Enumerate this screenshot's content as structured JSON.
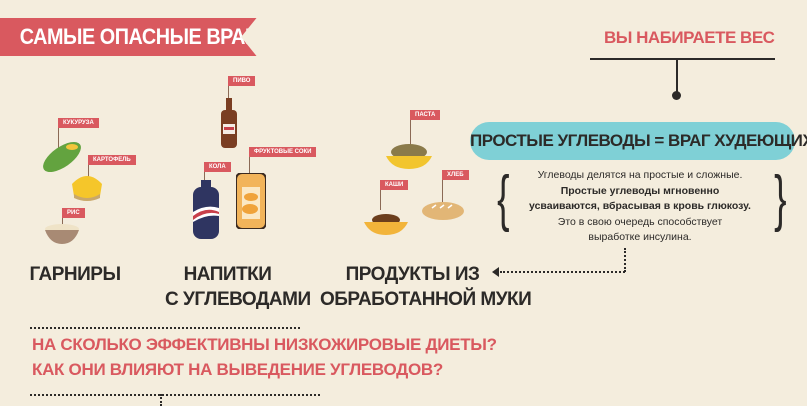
{
  "title": "САМЫЕ ОПАСНЫЕ ВРАГИ",
  "weight_gain": "ВЫ НАБИРАЕТЕ ВЕС",
  "simple_carbs": "ПРОСТЫЕ УГЛЕВОДЫ = ВРАГ ХУДЕЮЩИХ",
  "description": {
    "line1": "Углеводы делятся на простые и сложные.",
    "line2": "Простые углеводы мгновенно",
    "line3": "усваиваются, вбрасывая в кровь глюкозу.",
    "line4": "Это в свою очередь способствует",
    "line5": "выработке инсулина."
  },
  "categories": {
    "garnish": "ГАРНИРЫ",
    "drinks_1": "НАПИТКИ",
    "drinks_2": "С УГЛЕВОДАМИ",
    "flour_1": "ПРОДУКТЫ ИЗ",
    "flour_2": "ОБРАБОТАННОЙ МУКИ"
  },
  "flags": {
    "corn": "КУКУРУЗА",
    "potato": "КАРТОФЕЛЬ",
    "rice": "РИС",
    "beer": "ПИВО",
    "cola": "КОЛА",
    "juice": "ФРУКТОВЫЕ СОКИ",
    "pasta": "ПАСТА",
    "porridge": "КАШИ",
    "bread": "ХЛЕБ"
  },
  "questions": {
    "q1": "НА СКОЛЬКО ЭФФЕКТИВНЫ НИЗКОЖИРОВЫЕ ДИЕТЫ?",
    "q2": "КАК ОНИ ВЛИЯЮТ НА ВЫВЕДЕНИЕ УГЛЕВОДОВ?"
  },
  "colors": {
    "accent": "#d9595f",
    "teal": "#7fd0d6",
    "background": "#f4eddd"
  }
}
